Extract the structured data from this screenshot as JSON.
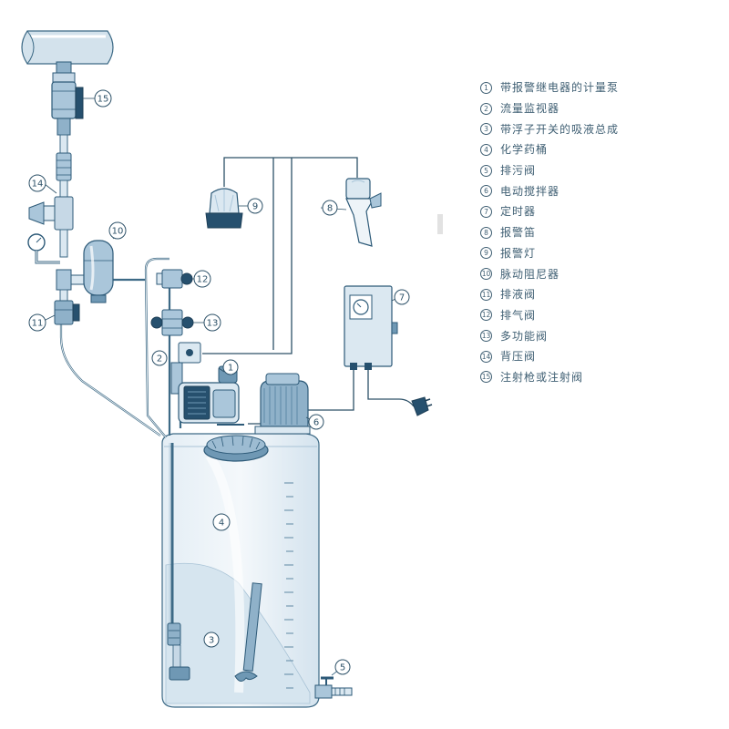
{
  "callouts": [
    "1",
    "2",
    "3",
    "4",
    "5",
    "6",
    "7",
    "8",
    "9",
    "10",
    "11",
    "12",
    "13",
    "14",
    "15"
  ],
  "legend": [
    {
      "num": "1",
      "label": "带报警继电器的计量泵"
    },
    {
      "num": "2",
      "label": "流量监视器"
    },
    {
      "num": "3",
      "label": "带浮子开关的吸液总成"
    },
    {
      "num": "4",
      "label": "化学药桶"
    },
    {
      "num": "5",
      "label": "排污阀"
    },
    {
      "num": "6",
      "label": "电动搅拌器"
    },
    {
      "num": "7",
      "label": "定时器"
    },
    {
      "num": "8",
      "label": "报警笛"
    },
    {
      "num": "9",
      "label": "报警灯"
    },
    {
      "num": "10",
      "label": "脉动阻尼器"
    },
    {
      "num": "11",
      "label": "排液阀"
    },
    {
      "num": "12",
      "label": "排气阀"
    },
    {
      "num": "13",
      "label": "多功能阀"
    },
    {
      "num": "14",
      "label": "背压阀"
    },
    {
      "num": "15",
      "label": "注射枪或注射阀"
    }
  ],
  "colors": {
    "outline": "#3d6a86",
    "fill_light": "#dbe8f1",
    "fill_mid": "#aac6da",
    "fill_dark": "#5e89a6",
    "fill_navy": "#26506e"
  }
}
